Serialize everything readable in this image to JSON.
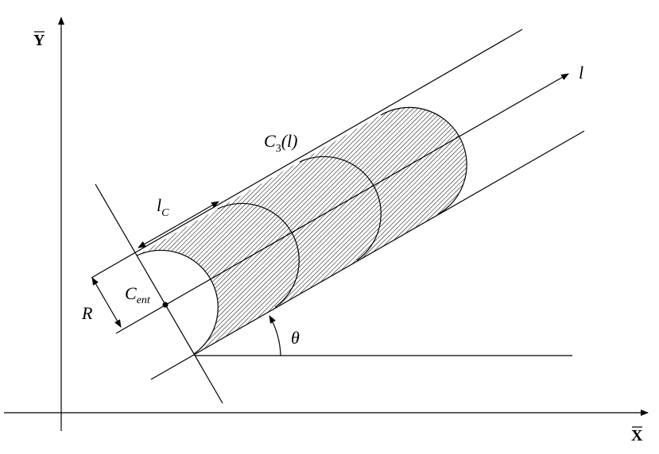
{
  "labels": {
    "y_axis": "Y",
    "x_axis": "X",
    "axis_line": "l",
    "lc_main": "l",
    "lc_sub": "C",
    "c3_main": "C",
    "c3_sub": "3",
    "c3_arg": "(l)",
    "cent_main": "C",
    "cent_sub": "ent",
    "radius": "R",
    "angle": "θ"
  },
  "colors": {
    "ink": "#000000",
    "background": "#ffffff"
  }
}
